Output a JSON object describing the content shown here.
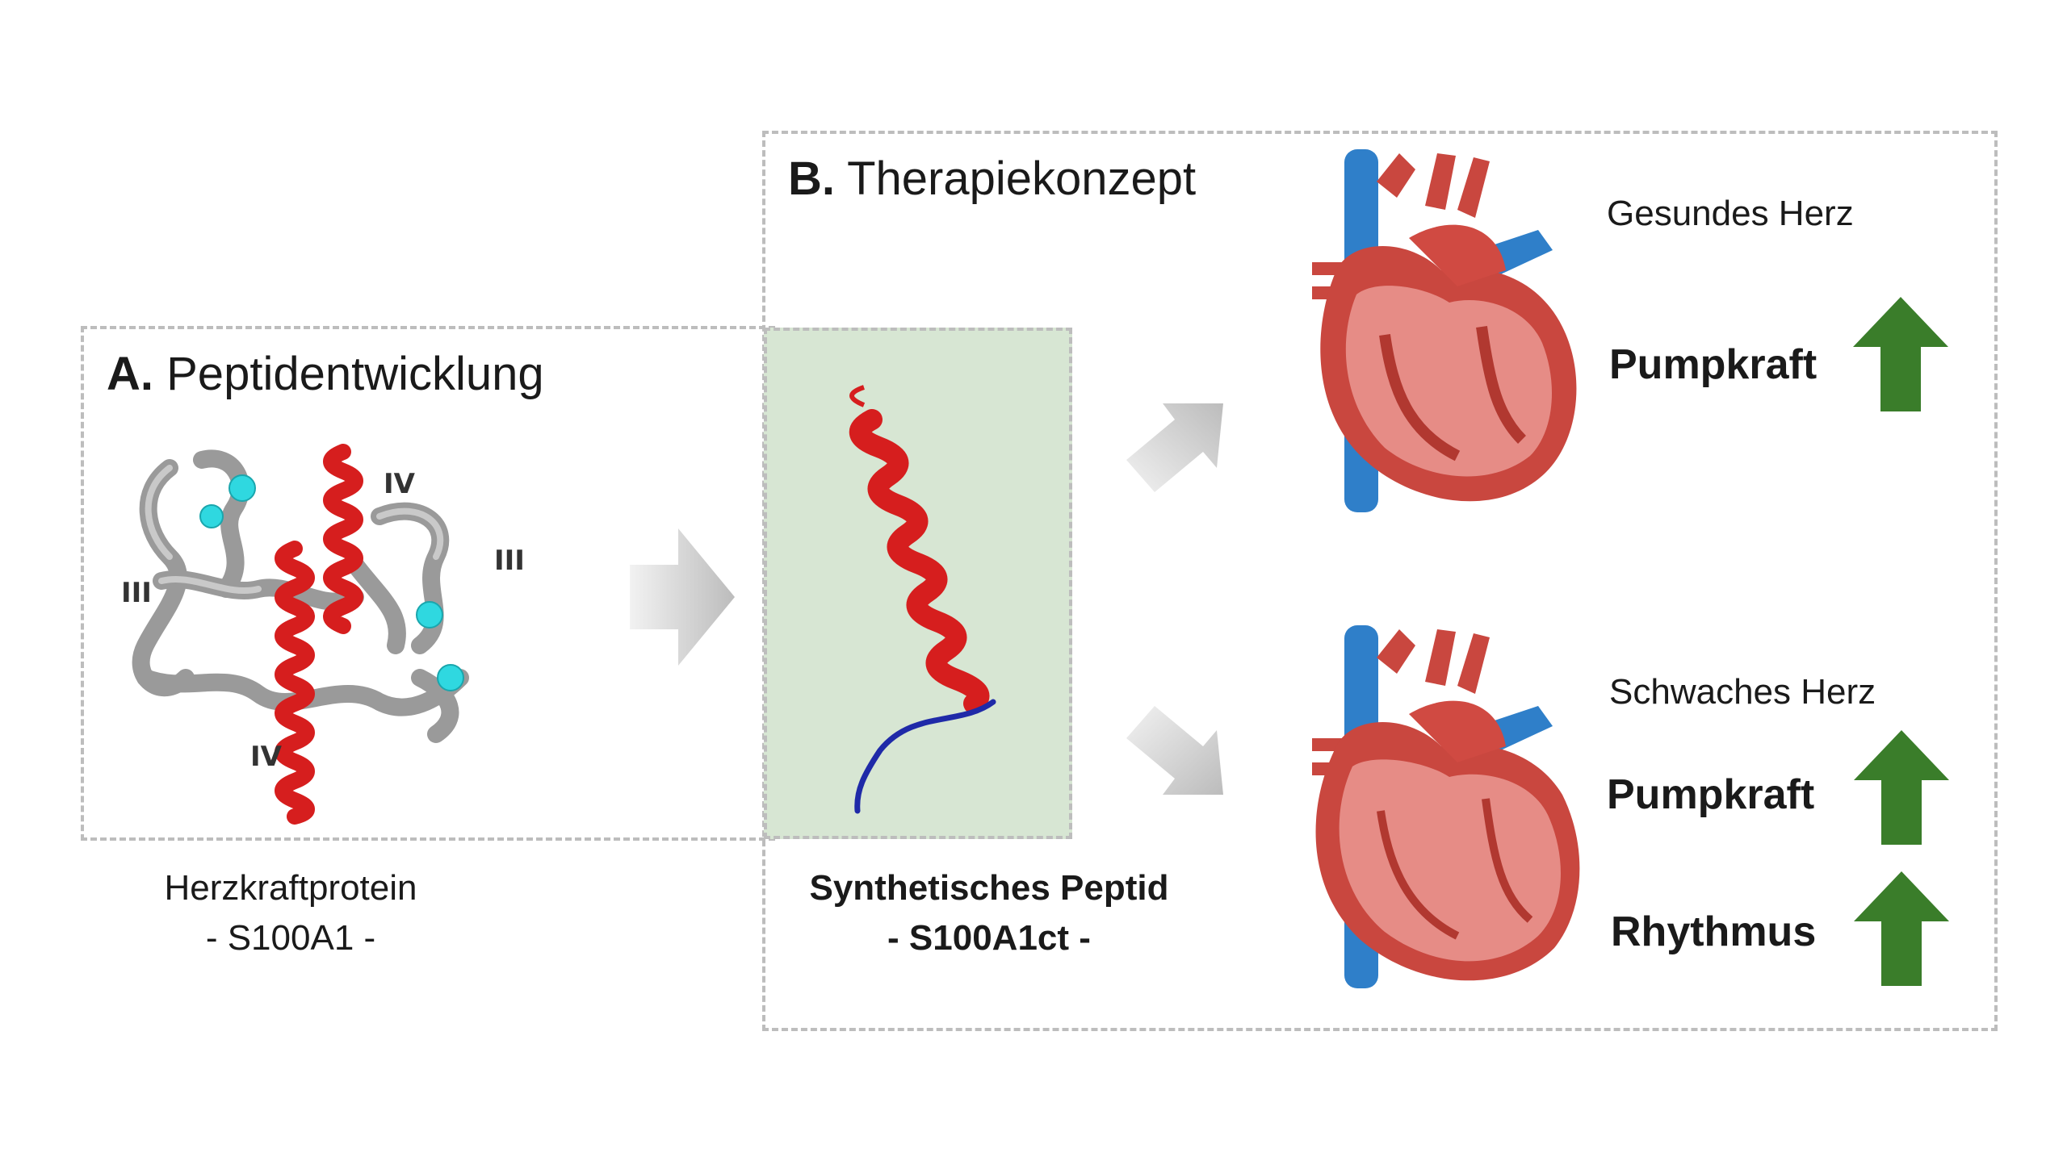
{
  "panel_a": {
    "letter": "A.",
    "title": "Peptidentwicklung",
    "structure_labels": {
      "helix_top": "IV",
      "helix_bottom": "IV",
      "left": "III",
      "right": "III"
    },
    "caption_line1": "Herzkraftprotein",
    "caption_line2": "- S100A1 -"
  },
  "panel_b": {
    "letter": "B.",
    "title": "Therapiekonzept",
    "caption_line1": "Synthetisches Peptid",
    "caption_line2": "- S100A1ct -",
    "healthy": {
      "label": "Gesundes Herz",
      "metrics": [
        {
          "name": "Pumpkraft",
          "direction": "up"
        }
      ]
    },
    "weak": {
      "label": "Schwaches Herz",
      "metrics": [
        {
          "name": "Pumpkraft",
          "direction": "up"
        },
        {
          "name": "Rhythmus",
          "direction": "up"
        }
      ]
    }
  },
  "colors": {
    "helix_red": "#d61e1e",
    "protein_gray": "#9a9a9a",
    "calcium_cyan": "#2fd8e0",
    "peptide_tail": "#1f2aa8",
    "peptide_bg": "#d7e6d3",
    "arrow_green": "#3a7d2a",
    "heart_red": "#c9473f",
    "vessel_blue": "#2f7fc9",
    "panel_border": "#bdbdbd"
  }
}
